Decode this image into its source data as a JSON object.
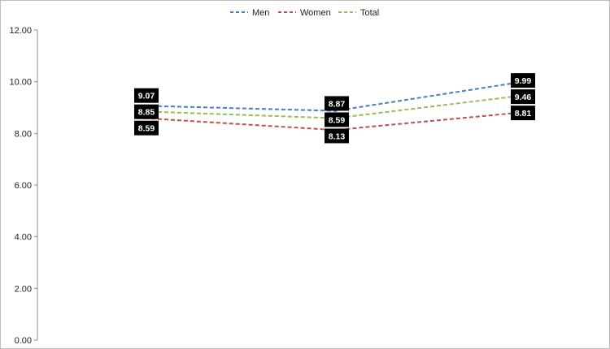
{
  "chart_data": {
    "type": "line",
    "title": "",
    "xlabel": "",
    "ylabel": "",
    "categories": [
      "",
      "",
      ""
    ],
    "ylim": [
      0,
      12
    ],
    "yticks": [
      "0.00",
      "2.00",
      "4.00",
      "6.00",
      "8.00",
      "10.00",
      "12.00"
    ],
    "grid": false,
    "legend_position": "top-center",
    "line_style": "dashed",
    "series": [
      {
        "name": "Men",
        "color": "#4a7ebb",
        "values": [
          9.07,
          8.87,
          9.99
        ],
        "labels": [
          "9.07",
          "8.87",
          "9.99"
        ]
      },
      {
        "name": "Women",
        "color": "#c0504d",
        "values": [
          8.59,
          8.13,
          8.81
        ],
        "labels": [
          "8.59",
          "8.13",
          "8.81"
        ]
      },
      {
        "name": "Total",
        "color": "#9bbb59",
        "values": [
          8.85,
          8.59,
          9.46
        ],
        "labels": [
          "8.85",
          "8.59",
          "9.46"
        ]
      }
    ]
  }
}
